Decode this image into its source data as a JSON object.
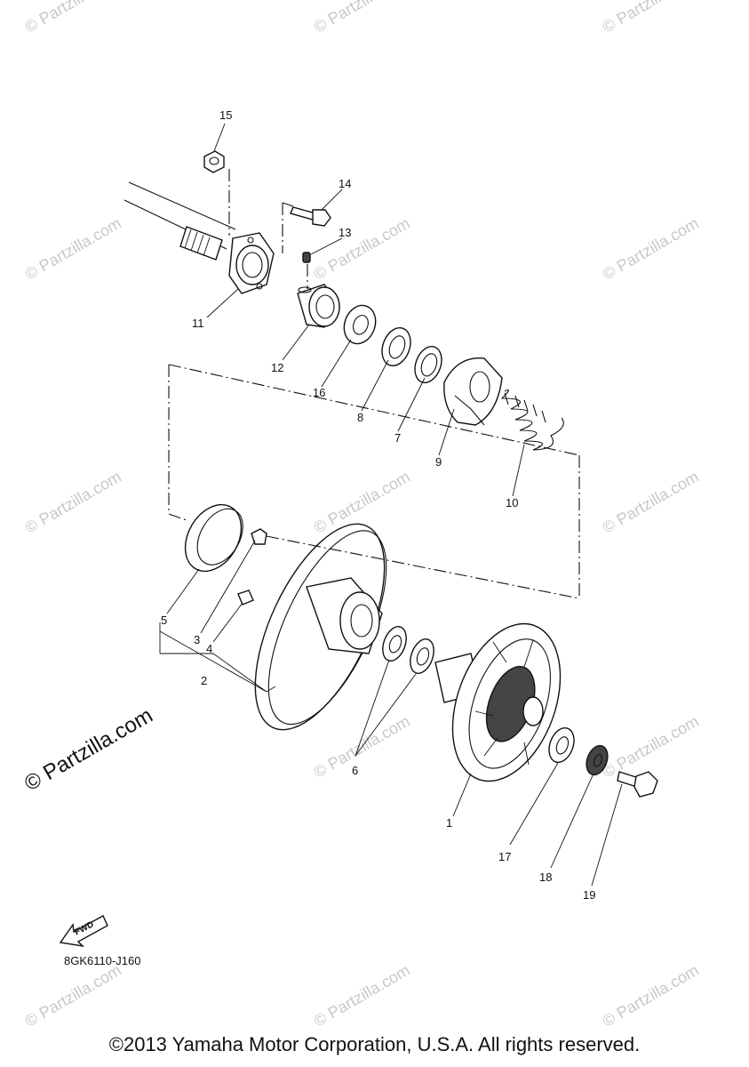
{
  "watermark_text": "© Partzilla.com",
  "callouts": {
    "p1": "1",
    "p2": "2",
    "p3": "3",
    "p4": "4",
    "p5": "5",
    "p6": "6",
    "p7": "7",
    "p8": "8",
    "p9": "9",
    "p10": "10",
    "p11": "11",
    "p12": "12",
    "p13": "13",
    "p14": "14",
    "p15": "15",
    "p16": "16",
    "p17": "17",
    "p18": "18",
    "p19": "19"
  },
  "fwd_label": "FWD",
  "diagram_code": "8GK6110-J160",
  "copyright": "©2013 Yamaha Motor Corporation, U.S.A. All rights reserved."
}
